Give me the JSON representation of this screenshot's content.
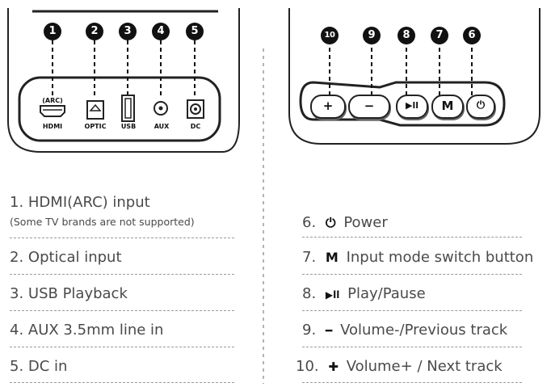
{
  "rear_panel": {
    "markers": [
      "1",
      "2",
      "3",
      "4",
      "5"
    ],
    "ports": {
      "hdmi_arc": "(ARC)",
      "hdmi": "HDMI",
      "optic": "OPTIC",
      "usb": "USB",
      "aux": "AUX",
      "dc": "DC"
    }
  },
  "control_panel": {
    "markers": [
      "10",
      "9",
      "8",
      "7",
      "6"
    ],
    "buttons": {
      "plus": "+",
      "minus": "−",
      "play": "▶ll",
      "mode": "M",
      "power": "⏻"
    }
  },
  "legend_left": [
    {
      "label": "1. HDMI(ARC) input",
      "note": "(Some TV brands are not supported)"
    },
    {
      "label": "2. Optical input"
    },
    {
      "label": "3. USB Playback"
    },
    {
      "label": "4. AUX  3.5mm line in"
    },
    {
      "label": "5. DC in"
    }
  ],
  "legend_right": [
    {
      "num": "6.",
      "icon": "⏻",
      "label": "Power"
    },
    {
      "num": "7.",
      "icon": "M",
      "label": "Input mode switch button"
    },
    {
      "num": "8.",
      "icon": "▶ll",
      "label": "Play/Pause"
    },
    {
      "num": "9.",
      "icon": "━",
      "label": "Volume-/Previous track"
    },
    {
      "num": "10.",
      "icon": "✚",
      "label": "Volume+ / Next track"
    }
  ]
}
